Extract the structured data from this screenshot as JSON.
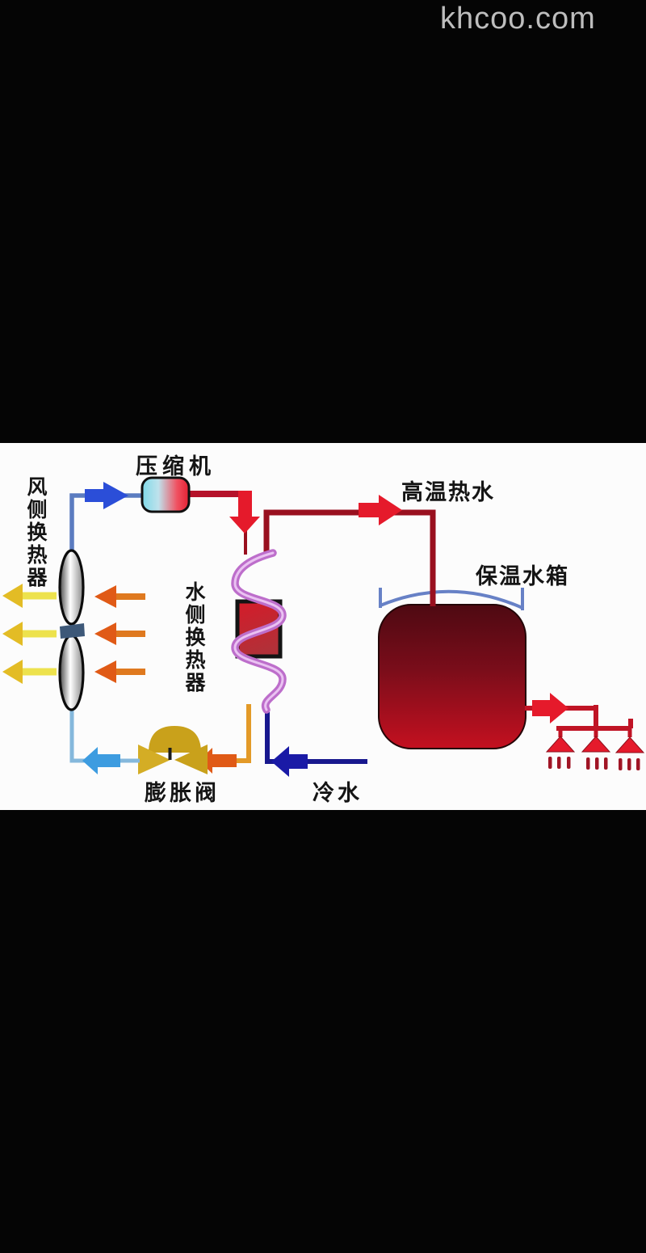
{
  "watermark": "khcoo.com",
  "labels": {
    "compressor": "压缩机",
    "air_side_heat_exchanger": "风侧换热器",
    "water_side_heat_exchanger": "水侧换热器",
    "expansion_valve": "膨胀阀",
    "cold_water": "冷水",
    "high_temp_hot_water": "高温热水",
    "insulated_water_tank": "保温水箱"
  },
  "colors": {
    "bg_black": "#050505",
    "canvas_white": "#fcfcfc",
    "watermark_gray": "#bdbdbd",
    "slate_blue": "#5b7cc0",
    "royal_blue": "#2b4ed8",
    "crimson": "#b5122a",
    "accent_red": "#e51a2b",
    "dark_red": "#99101f",
    "navy": "#18188e",
    "navy_arrow": "#1a1aa6",
    "light_blue_pipe": "#85b8dc",
    "light_blue_arrow": "#3d9ce0",
    "orange_pipe": "#e39a28",
    "orange_head": "#e05a16",
    "orange_shaft": "#df791f",
    "yellow_head": "#e3bc25",
    "yellow_shaft": "#ede24d",
    "valve_gold": "#c9a11b",
    "valve_gold_light": "#d4ad25",
    "coil_pink": "#bd6ecb",
    "coil_highlight": "#eac2f2",
    "arc_blue": "#6781c6",
    "motor_blue": "#3d5878",
    "shower_red": "#c01425",
    "spray_red": "#a01525",
    "tank_top": "#4e0912",
    "tank_mid": "#7a0d1a",
    "tank_bottom": "#c41020",
    "block_red": "#d51b29",
    "block_red_dark": "#b23038",
    "comp_cyan": "#7fd9e8",
    "comp_red": "#e42032",
    "fan_gray_dark": "#4a4a4a",
    "fan_gray_light": "#ffffff",
    "fan_gray_mid": "#8a8a8a"
  }
}
